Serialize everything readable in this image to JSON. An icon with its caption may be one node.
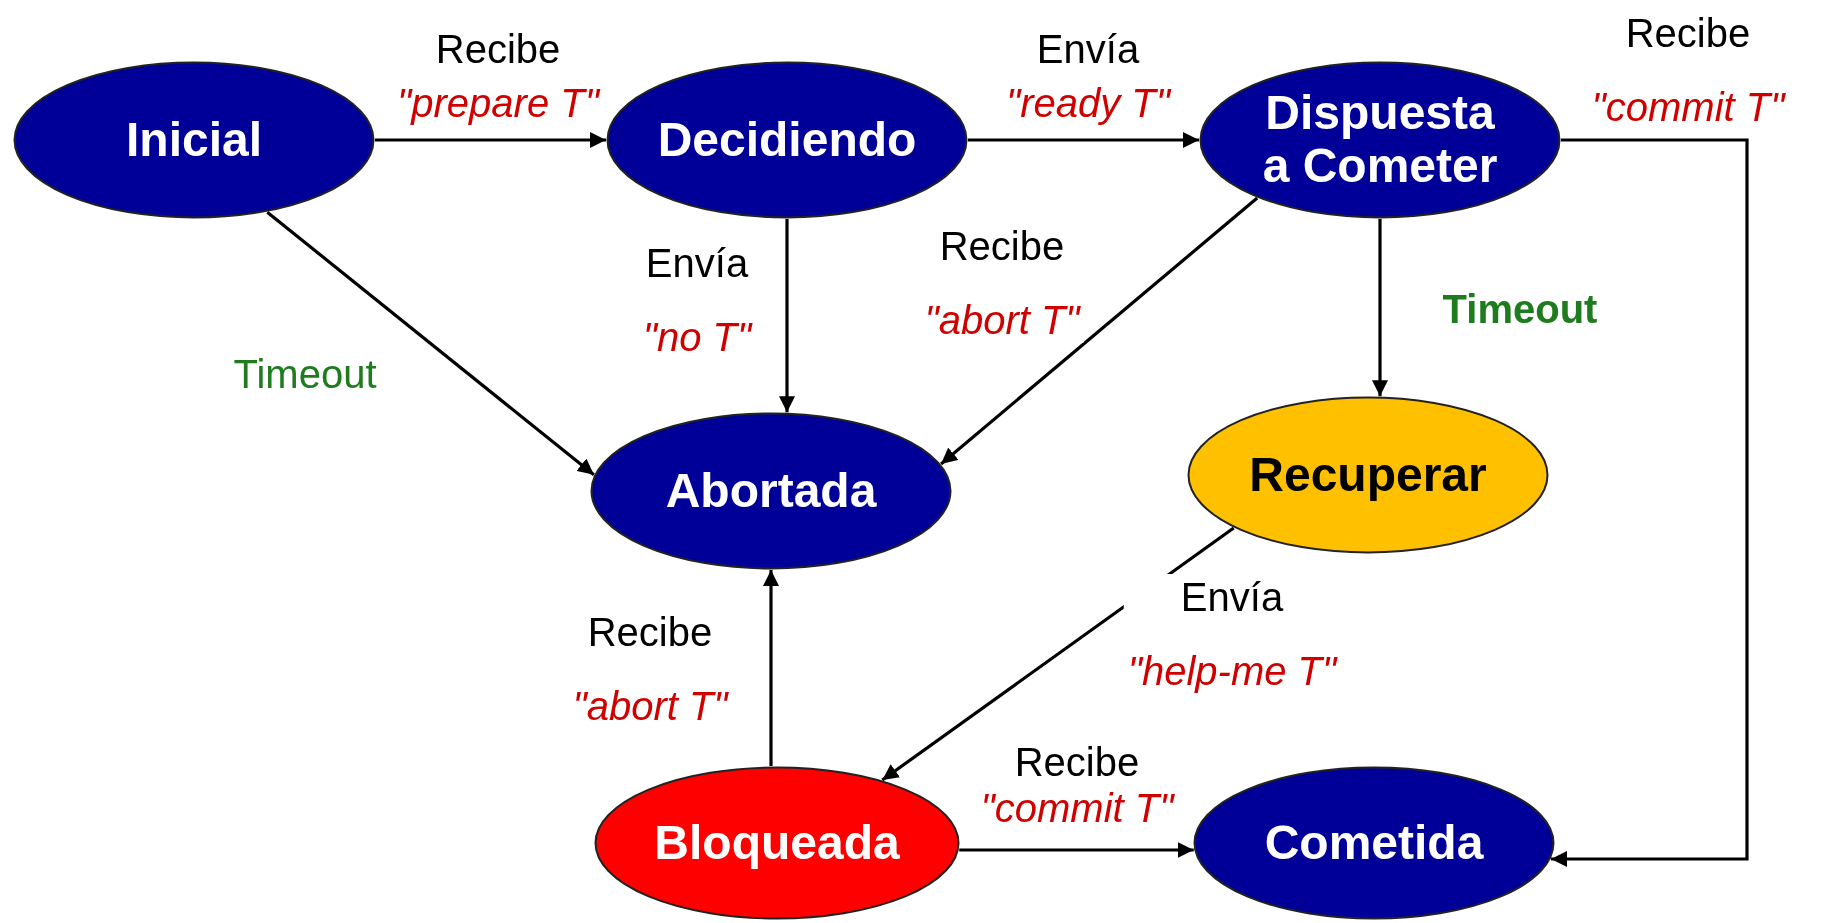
{
  "diagram": {
    "nodes": [
      {
        "text": [
          "Inicial"
        ]
      },
      {
        "text": [
          "Decidiendo"
        ]
      },
      {
        "text": [
          "Dispuesta a Cometer"
        ]
      },
      {
        "text": [
          "Abortada"
        ]
      },
      {
        "text": [
          "Recuperar"
        ]
      },
      {
        "text": [
          "Bloqueada"
        ]
      },
      {
        "text": [
          "Cometida"
        ]
      }
    ],
    "edges": [
      {
        "from": 0,
        "to": 1,
        "arrow": "to",
        "label": "Recibe *\"prepare T\"*"
      },
      {
        "from": 1,
        "to": 2,
        "arrow": "to",
        "label": "Envía *\"ready T\"*"
      },
      {
        "from": 2,
        "to": 6,
        "arrow": "to",
        "label": "Recibe *\"commit T\"*"
      },
      {
        "from": 0,
        "to": 3,
        "arrow": "to",
        "label": "Timeout"
      },
      {
        "from": 1,
        "to": 3,
        "arrow": "to",
        "label": "Envía *\"no T\"*"
      },
      {
        "from": 2,
        "to": 3,
        "arrow": "to",
        "label": "Recibe *\"abort T\"*"
      },
      {
        "from": 2,
        "to": 4,
        "arrow": "to",
        "label": "Timeout"
      },
      {
        "from": 4,
        "to": 5,
        "arrow": "to",
        "label": "Envía *\"help-me T\"*"
      },
      {
        "from": 5,
        "to": 3,
        "arrow": "to",
        "label": "Recibe *\"abort T\"*"
      },
      {
        "from": 5,
        "to": 6,
        "arrow": "to",
        "label": "Recibe *\"commit T\"*"
      }
    ]
  }
}
